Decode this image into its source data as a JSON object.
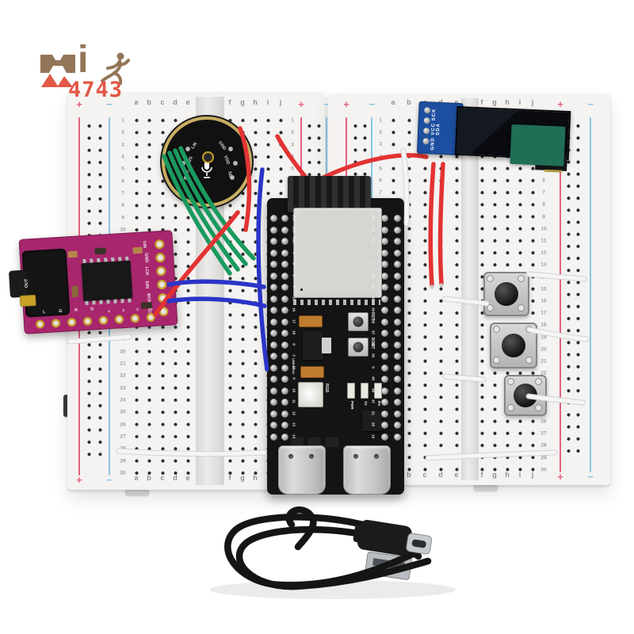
{
  "watermark": {
    "brand": "Mi",
    "letter_i": "i",
    "number": "4743",
    "icons": [
      "m-logo-icon",
      "running-person-icon"
    ]
  },
  "breadboard": {
    "plus": "+",
    "minus": "−",
    "columns_left": [
      "a",
      "b",
      "c",
      "d",
      "e"
    ],
    "columns_right": [
      "f",
      "g",
      "h",
      "i",
      "j"
    ],
    "row_numbers": [
      "1",
      "2",
      "3",
      "4",
      "5",
      "6",
      "7",
      "8",
      "9",
      "10",
      "11",
      "12",
      "13",
      "14",
      "15",
      "16",
      "17",
      "18",
      "19",
      "20",
      "21",
      "22",
      "23",
      "24",
      "25",
      "26",
      "27",
      "28",
      "29",
      "30"
    ]
  },
  "mic": {
    "labels_left": [
      "L/R",
      "WS",
      "SCK"
    ],
    "labels_right": [
      "GND",
      "VDD",
      "SD"
    ]
  },
  "dac": {
    "jack_label": "OUT",
    "pins": [
      "VIN",
      "GND",
      "LCK",
      "DIN",
      "BCK",
      "SCK"
    ],
    "bottom_letters": [
      "L",
      "G",
      "R",
      "G"
    ],
    "bottom_numbers": [
      "4",
      "3",
      "2",
      "1"
    ]
  },
  "esp32": {
    "pins_left": [
      "3V3",
      "3V3",
      "RST",
      "4",
      "5",
      "6",
      "7",
      "15",
      "16",
      "17",
      "18",
      "8",
      "3",
      "46",
      "9",
      "10",
      "11",
      "12",
      "13",
      "14"
    ],
    "pins_right": [
      "GND",
      "TX",
      "RX",
      "1",
      "2",
      "42",
      "41",
      "40",
      "39",
      "38",
      "37",
      "36",
      "35",
      "0",
      "45",
      "48",
      "47",
      "21",
      "20",
      "19"
    ],
    "button_rst": "RST",
    "button_boot": "BOOT",
    "rgb_label": "RGB",
    "jtag_label": "USB-JTAG",
    "led_labels": [
      "PWR",
      "TX",
      "RX"
    ]
  },
  "oled": {
    "pin_labels": "GND VCC SCK SDA"
  },
  "colors": {
    "wire_green": "#1a9a5e",
    "wire_red": "#e23333",
    "wire_blue": "#2a35c8",
    "wire_white": "#f4f4f4",
    "dac_board": "#a8266d",
    "oled_pcb": "#1d4fa0",
    "oled_flex_green": "#206e55",
    "breadboard": "#f5f3f1",
    "rail_red": "#e2607c",
    "rail_blue": "#86c6e4",
    "esp_pcb": "#141414",
    "shield_silver": "#d6d5d1",
    "watermark_brown": "#8a6b4a",
    "watermark_red": "#e04b38"
  }
}
